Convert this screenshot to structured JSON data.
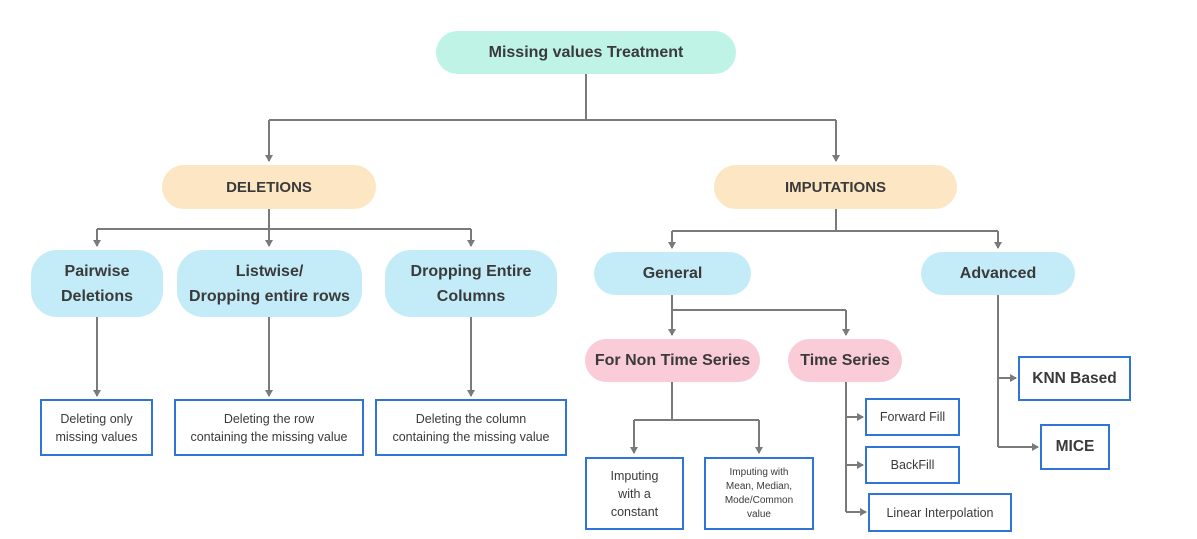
{
  "nodes": {
    "root": "Missing values Treatment",
    "deletions": "DELETIONS",
    "imputations": "IMPUTATIONS",
    "pairwise": [
      "Pairwise",
      "Deletions"
    ],
    "listwise": [
      "Listwise/",
      "Dropping entire rows"
    ],
    "dropping_columns": [
      "Dropping Entire",
      "Columns"
    ],
    "general": "General",
    "advanced": "Advanced",
    "non_time_series": "For Non Time Series",
    "time_series": "Time Series",
    "deleting_only": [
      "Deleting only",
      "missing values"
    ],
    "deleting_row": [
      "Deleting the row",
      "containing the missing value"
    ],
    "deleting_column": [
      "Deleting the column",
      "containing the missing value"
    ],
    "imputing_constant": [
      "Imputing",
      "with a",
      "constant"
    ],
    "imputing_mean": [
      "Imputing with",
      "Mean, Median,",
      "Mode/Common",
      "value"
    ],
    "forward_fill": "Forward Fill",
    "backfill": "BackFill",
    "linear_interpolation": "Linear Interpolation",
    "knn": "KNN Based",
    "mice": "MICE"
  },
  "colors": {
    "root": "#bff3e6",
    "category": "#fde6c3",
    "method": "#c3ecf8",
    "series_type": "#f9ccd8",
    "box_border": "#2f75d6",
    "connector": "#7a7a7a"
  }
}
